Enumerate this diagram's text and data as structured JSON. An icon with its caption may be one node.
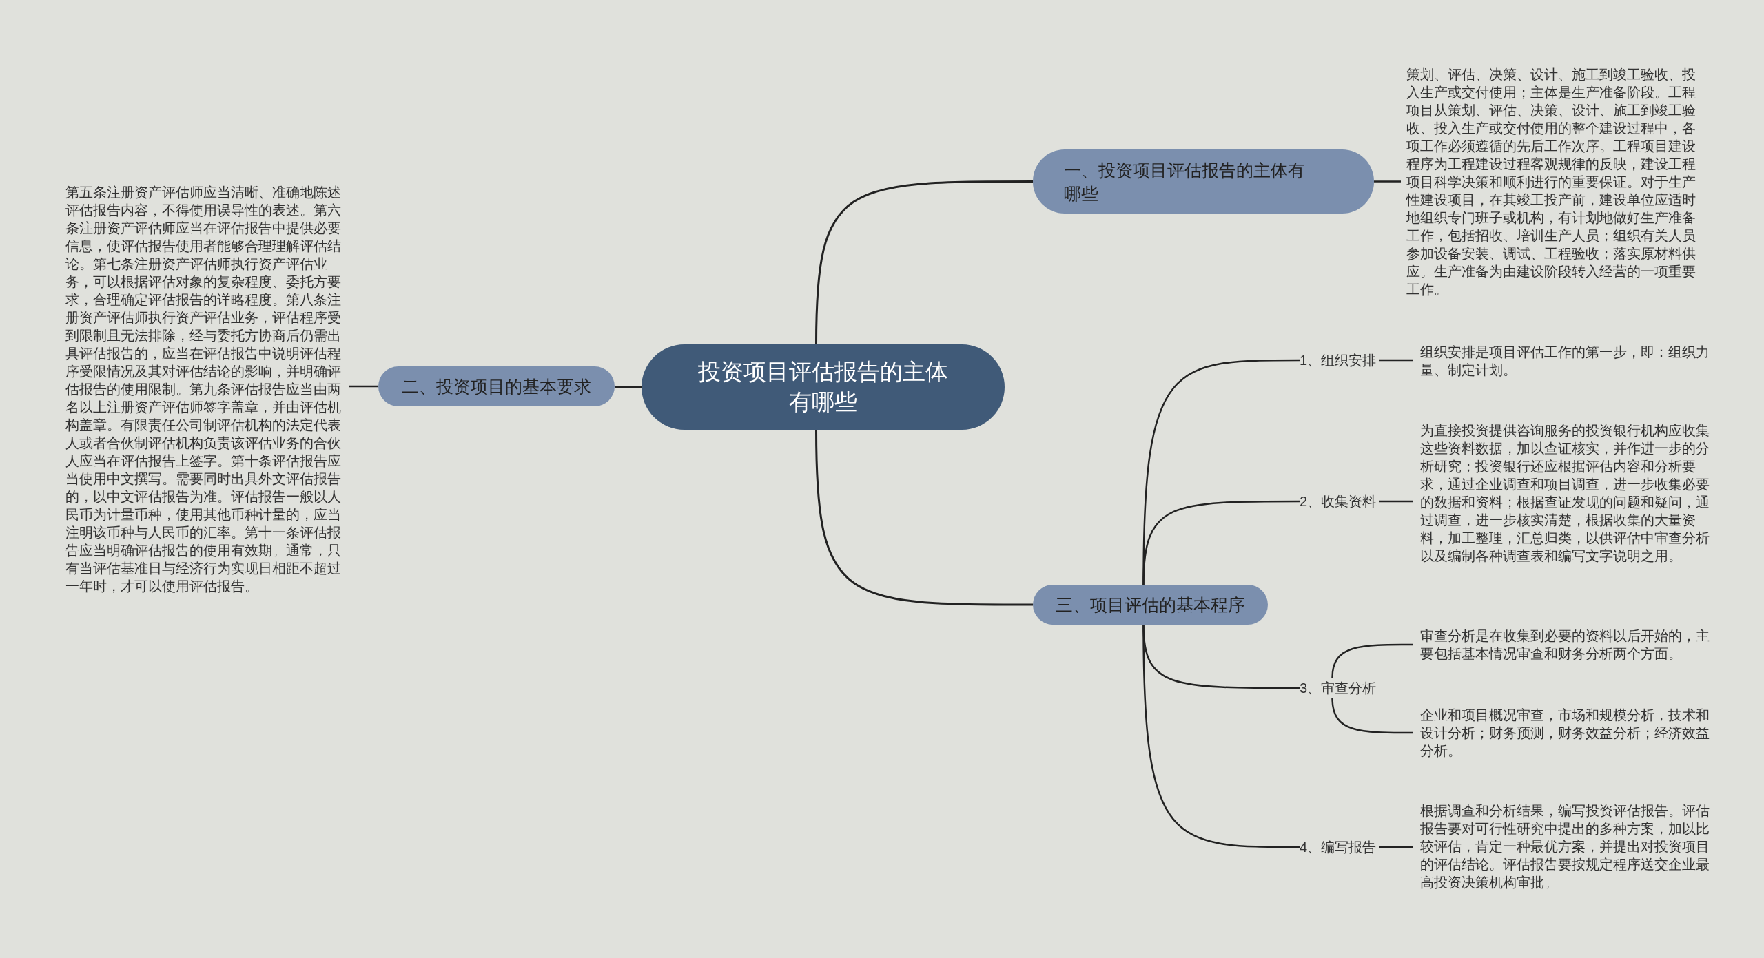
{
  "diagram": {
    "nodes": [
      {
        "text": [
          "投资项目评估报告的主体有哪些"
        ]
      },
      {
        "text": [
          "一、投资项目评估报告的主体有哪些"
        ]
      },
      {
        "text": [
          "策划、评估、决策、设计、施工到竣工验收、投入生产或交付使用；主体是生产准备阶段。工程项目从策划、评估、决策、设计、施工到竣工验收、投入生产或交付使用的整个建设过程中，各项工作必须遵循的先后工作次序。工程项目建设程序为工程建设过程客观规律的反映，建设工程项目科学决策和顺利进行的重要保证。对于生产性建设项目，在其竣工投产前，建设单位应适时地组织专门班子或机构，有计划地做好生产准备工作，包括招收、培训生产人员；组织有关人员参加设备安装、调试、工程验收；落实原材料供应。生产准备为由建设阶段转入经营的一项重要工作。"
        ]
      },
      {
        "text": [
          "二、投资项目的基本要求"
        ]
      },
      {
        "text": [
          "第五条注册资产评估师应当清晰、准确地陈述评估报告内容，不得使用误导性的表述。第六条注册资产评估师应当在评估报告中提供必要信息，使评估报告使用者能够合理理解评估结论。第七条注册资产评估师执行资产评估业务，可以根据评估对象的复杂程度、委托方要求，合理确定评估报告的详略程度。第八条注册资产评估师执行资产评估业务，评估程序受到限制且无法排除，经与委托方协商后仍需出具评估报告的，应当在评估报告中说明评估程序受限情况及其对评估结论的影响，并明确评估报告的使用限制。第九条评估报告应当由两名以上注册资产评估师签字盖章，并由评估机构盖章。有限责任公司制评估机构的法定代表人或者合伙制评估机构负责该评估业务的合伙人应当在评估报告上签字。第十条评估报告应当使用中文撰写。需要同时出具外文评估报告的，以中文评估报告为准。评估报告一般以人民币为计量币种，使用其他币种计量的，应当注明该币种与人民币的汇率。第十一条评估报告应当明确评估报告的使用有效期。通常，只有当评估基准日与经济行为实现日相距不超过一年时，才可以使用评估报告。"
        ]
      },
      {
        "text": [
          "三、项目评估的基本程序"
        ]
      },
      {
        "text": [
          "1、组织安排"
        ]
      },
      {
        "text": [
          "组织安排是项目评估工作的第一步，即：组织力量、制定计划。"
        ]
      },
      {
        "text": [
          "2、收集资料"
        ]
      },
      {
        "text": [
          "为直接投资提供咨询服务的投资银行机构应收集这些资料数据，加以查证核实，并作进一步的分析研究；投资银行还应根据评估内容和分析要求，通过企业调查和项目调查，进一步收集必要的数据和资料；根据查证发现的问题和疑问，通过调查，进一步核实清楚，根据收集的大量资料，加工整理，汇总归类，以供评估中审查分析以及编制各种调查表和编写文字说明之用。"
        ]
      },
      {
        "text": [
          "3、审查分析"
        ]
      },
      {
        "text": [
          "审查分析是在收集到必要的资料以后开始的，主要包括基本情况审查和财务分析两个方面。"
        ]
      },
      {
        "text": [
          "企业和项目概况审查，市场和规模分析，技术和设计分析；财务预测，财务效益分析；经济效益分析。"
        ]
      },
      {
        "text": [
          "4、编写报告"
        ]
      },
      {
        "text": [
          "根据调查和分析结果，编写投资评估报告。评估报告要对可行性研究中提出的多种方案，加以比较评估，肯定一种最优方案，并提出对投资项目的评估结论。评估报告要按规定程序送交企业最高投资决策机构审批。"
        ]
      }
    ],
    "edges": [
      {
        "from": 0,
        "to": 1,
        "arrow": "none"
      },
      {
        "from": 1,
        "to": 2,
        "arrow": "none"
      },
      {
        "from": 0,
        "to": 3,
        "arrow": "none"
      },
      {
        "from": 3,
        "to": 4,
        "arrow": "none"
      },
      {
        "from": 0,
        "to": 5,
        "arrow": "none"
      },
      {
        "from": 5,
        "to": 6,
        "arrow": "none"
      },
      {
        "from": 6,
        "to": 7,
        "arrow": "none"
      },
      {
        "from": 5,
        "to": 8,
        "arrow": "none"
      },
      {
        "from": 8,
        "to": 9,
        "arrow": "none"
      },
      {
        "from": 5,
        "to": 10,
        "arrow": "none"
      },
      {
        "from": 10,
        "to": 11,
        "arrow": "none"
      },
      {
        "from": 10,
        "to": 12,
        "arrow": "none"
      },
      {
        "from": 5,
        "to": 13,
        "arrow": "none"
      },
      {
        "from": 13,
        "to": 14,
        "arrow": "none"
      }
    ]
  }
}
